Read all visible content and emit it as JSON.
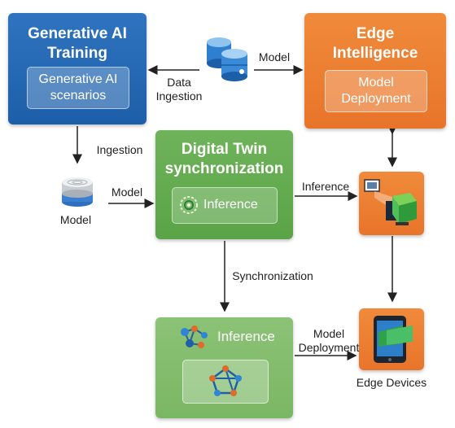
{
  "gen_ai": {
    "title_line1": "Generative AI",
    "title_line2": "Training",
    "inner_line1": "Generative AI",
    "inner_line2": "scenarios"
  },
  "edge": {
    "title_line1": "Edge",
    "title_line2": "Intelligence",
    "inner_line1": "Model",
    "inner_line2": "Deployment"
  },
  "twin": {
    "title_line1": "Digital Twin",
    "title_line2": "synchronization",
    "inner_label": "Inference"
  },
  "bottom_box": {
    "label": "Inference"
  },
  "labels": {
    "model_top": "Model",
    "data_ingestion_line1": "Data",
    "data_ingestion_line2": "Ingestion",
    "ingestion": "Ingestion",
    "model_left_arrow": "Model",
    "model_left_icon": "Model",
    "inference_right": "Inference",
    "synchronization": "Synchronization",
    "model_deployment_line1": "Model",
    "model_deployment_line2": "Deployment",
    "edge_devices": "Edge Devices"
  },
  "colors": {
    "blue": "#1d5ea8",
    "orange": "#e8742a",
    "green": "#5aa447",
    "light_green": "#a9d493"
  }
}
